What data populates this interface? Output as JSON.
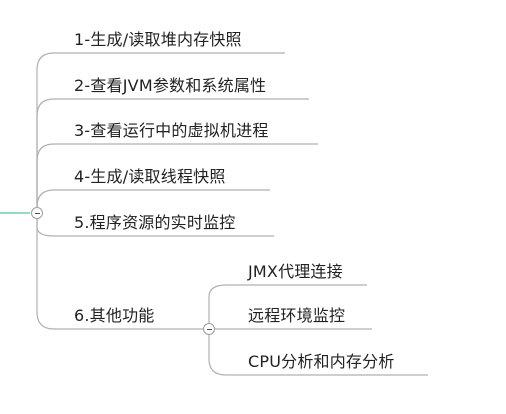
{
  "mindmap": {
    "branches": [
      {
        "label": "1-生成/读取堆内存快照"
      },
      {
        "label": "2-查看JVM参数和系统属性"
      },
      {
        "label": "3-查看运行中的虚拟机进程"
      },
      {
        "label": "4-生成/读取线程快照"
      },
      {
        "label": "5.程序资源的实时监控"
      },
      {
        "label": "6.其他功能",
        "children": [
          {
            "label": "JMX代理连接"
          },
          {
            "label": "远程环境监控"
          },
          {
            "label": "CPU分析和内存分析"
          }
        ]
      }
    ]
  },
  "colors": {
    "line": "#b0b0b0",
    "root_line": "#4fc3a1",
    "text": "#222222"
  }
}
